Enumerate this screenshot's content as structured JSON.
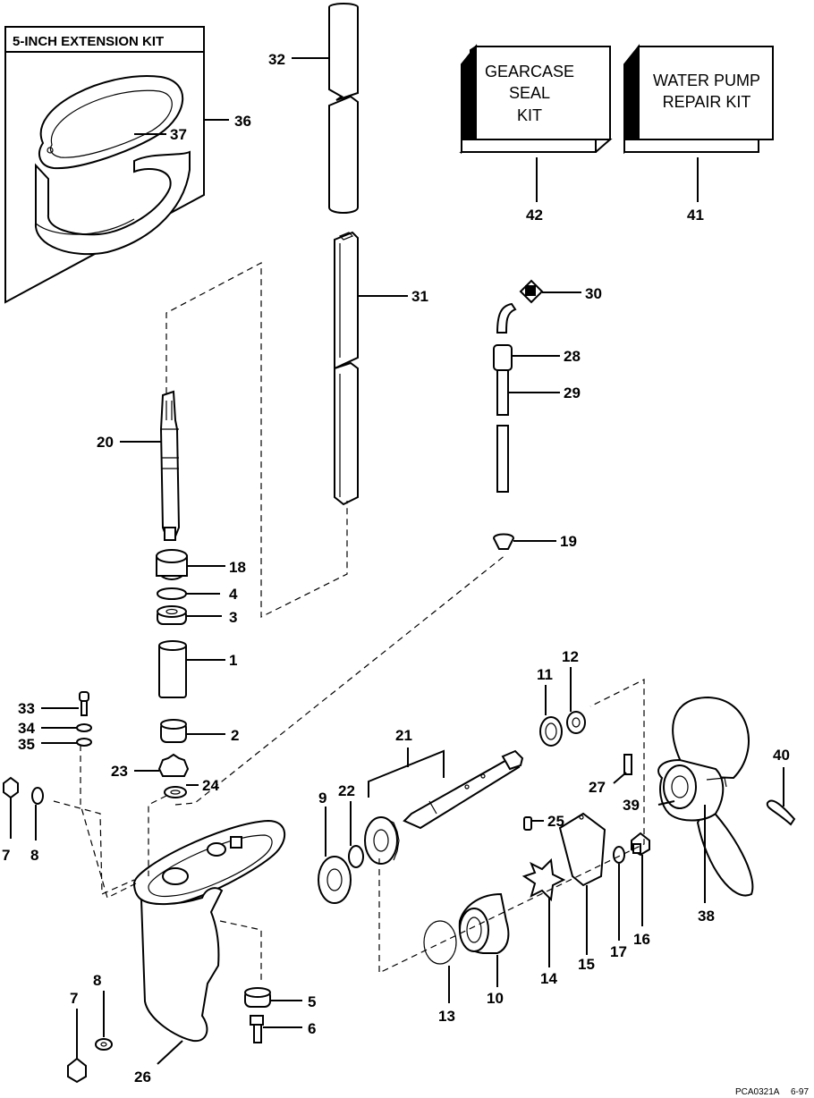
{
  "extension_kit": {
    "title": "5-INCH EXTENSION KIT"
  },
  "kits": {
    "gearcase": {
      "line1": "GEARCASE",
      "line2": "SEAL",
      "line3": "KIT"
    },
    "water_pump": {
      "line1": "WATER PUMP",
      "line2": "REPAIR KIT"
    }
  },
  "labels": {
    "p1": "1",
    "p2": "2",
    "p3": "3",
    "p4": "4",
    "p5": "5",
    "p6": "6",
    "p7a": "7",
    "p7b": "7",
    "p8a": "8",
    "p8b": "8",
    "p9": "9",
    "p10": "10",
    "p11": "11",
    "p12": "12",
    "p13": "13",
    "p14": "14",
    "p15": "15",
    "p16": "16",
    "p17": "17",
    "p18": "18",
    "p19": "19",
    "p20": "20",
    "p21": "21",
    "p22": "22",
    "p23": "23",
    "p24": "24",
    "p25": "25",
    "p26": "26",
    "p27": "27",
    "p28": "28",
    "p29": "29",
    "p30": "30",
    "p31": "31",
    "p32": "32",
    "p33": "33",
    "p34": "34",
    "p35": "35",
    "p36": "36",
    "p37": "37",
    "p38": "38",
    "p39": "39",
    "p40": "40",
    "p41": "41",
    "p42": "42"
  },
  "footer": {
    "code": "PCA0321A",
    "date": "6-97"
  }
}
